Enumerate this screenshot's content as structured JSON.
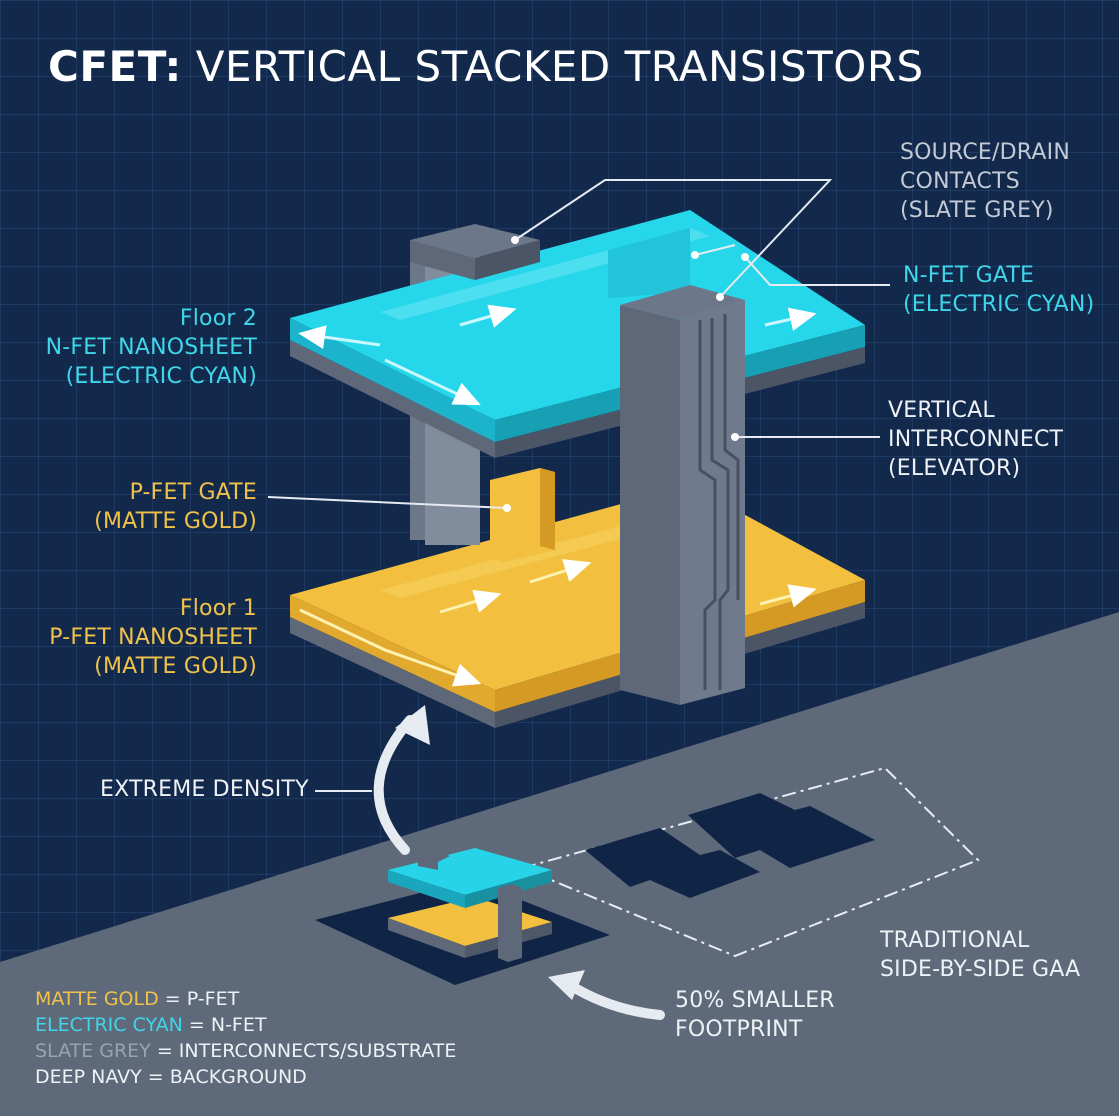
{
  "title": {
    "bold": "CFET:",
    "rest": "VERTICAL STACKED TRANSISTORS"
  },
  "labels": {
    "source_drain": [
      "SOURCE/DRAIN",
      "CONTACTS",
      "(SLATE GREY)"
    ],
    "nfet_gate": [
      "N-FET GATE",
      "(ELECTRIC CYAN)"
    ],
    "vertical_interconnect": [
      "VERTICAL",
      "INTERCONNECT",
      "(ELEVATOR)"
    ],
    "floor2": [
      "Floor 2",
      "N-FET NANOSHEET",
      "(ELECTRIC CYAN)"
    ],
    "pfet_gate": [
      "P-FET GATE",
      "(MATTE GOLD)"
    ],
    "floor1": [
      "Floor 1",
      "P-FET NANOSHEET",
      "(MATTE GOLD)"
    ],
    "extreme_density": "EXTREME DENSITY",
    "traditional": [
      "TRADITIONAL",
      "SIDE-BY-SIDE GAA"
    ],
    "smaller_footprint": [
      "50% SMALLER",
      "FOOTPRINT"
    ]
  },
  "legend": [
    {
      "key": "MATTE GOLD",
      "value": "= P-FET"
    },
    {
      "key": "ELECTRIC CYAN",
      "value": "= N-FET"
    },
    {
      "key": "SLATE GREY",
      "value": "= INTERCONNECTS/SUBSTRATE"
    },
    {
      "key": "DEEP NAVY",
      "value": "= BACKGROUND"
    }
  ],
  "colors": {
    "navy": "#13294b",
    "cyan": "#22d6ea",
    "gold": "#f2c03e",
    "slate": "#5e6878"
  }
}
